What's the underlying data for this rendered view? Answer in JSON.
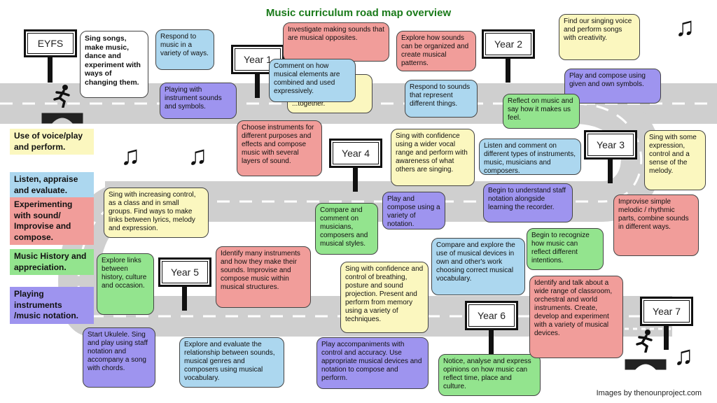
{
  "title": "Music curriculum road map overview",
  "credit": "Images by thenounproject.com",
  "colors": {
    "voice": "#fbf7bf",
    "listen": "#acd7ef",
    "compose": "#f19d9a",
    "history": "#93e48e",
    "instruments": "#9e94ef",
    "title": "#1a7a1a",
    "road": "#cfcfcf"
  },
  "legend": [
    {
      "label": "Use of voice/play and perform.",
      "color": "voice"
    },
    {
      "label": "Listen, appraise and evaluate.",
      "color": "listen"
    },
    {
      "label": "Experimenting with sound/ Improvise and compose.",
      "color": "compose"
    },
    {
      "label": "Music History and appreciation.",
      "color": "history"
    },
    {
      "label": "Playing instruments /music notation.",
      "color": "instruments"
    }
  ],
  "signs": {
    "eyfs": "EYFS",
    "y1": "Year 1",
    "y2": "Year 2",
    "y3": "Year 3",
    "y4": "Year 4",
    "y5": "Year 5",
    "y6": "Year 6",
    "y7": "Year 7"
  },
  "icons": {
    "note": "music-note-icon",
    "runner": "runner-icon"
  },
  "bubbles": {
    "eyfs_sing": "Sing songs, make music, dance and experiment with ways of changing them.",
    "y1_respond": "Respond to music in a variety of ways.",
    "y1_play": "Playing with instrument sounds and symbols.",
    "y1_investigate": "Investigate making sounds that are musical opposites.",
    "y1_hidden": "...together.",
    "y1_comment": "Comment on how musical elements are combined and used expressively.",
    "y2_explore": "Explore how sounds can be organized and create musical patterns.",
    "y2_respond": "Respond to sounds that represent different things.",
    "y2_singing": "Find our singing voice and perform songs with creativity.",
    "y2_play": "Play and compose using given and own symbols.",
    "y2_reflect": "Reflect on music and say how it makes us feel.",
    "y4_choose": "Choose instruments for different purposes and effects and compose music with several layers of sound.",
    "y4_sing": "Sing with confidence using a wider vocal range and perform with awareness of what others are singing.",
    "y4_compare": "Compare and comment on musicians, composers and musical styles.",
    "y4_play": "Play and compose using a variety of notation.",
    "y3_listen": "Listen and comment on different types of instruments, music, musicians and composers.",
    "y3_sing": "Sing with some expression, control and a sense of the melody.",
    "y3_staff": "Begin to understand staff notation alongside learning the recorder.",
    "y3_improvise": "Improvise simple melodic / rhythmic parts, combine sounds in different ways.",
    "y3_recognize": "Begin to recognize how music can reflect different intentions.",
    "y5_sing": "Sing with increasing control, as a class and in small groups. Find ways to make links between lyrics, melody and expression.",
    "y5_links": "Explore links between history, culture and occasion.",
    "y5_identify": "Identify many instruments and how they make their sounds. Improvise and compose music within musical structures.",
    "y5_ukulele": "Start Ukulele. Sing and play using staff notation and accompany a song with chords.",
    "y5_evaluate": "Explore and evaluate the relationship between sounds, musical genres and composers using musical vocabulary.",
    "y6_compare": "Compare and explore the use of musical devices in own and other's work choosing correct musical vocabulary.",
    "y6_sing": "Sing with confidence and control of breathing, posture and sound projection. Present and perform from memory using a variety of techniques.",
    "y6_play": "Play accompaniments with control and accuracy. Use appropriate musical devices and notation to compose and perform.",
    "y6_notice": "Notice, analyse and express opinions on how music can reflect time, place and culture.",
    "y7_identify": "Identify and talk about a wide range of classroom, orchestral and world instruments. Create, develop and experiment with a variety of musical devices."
  }
}
